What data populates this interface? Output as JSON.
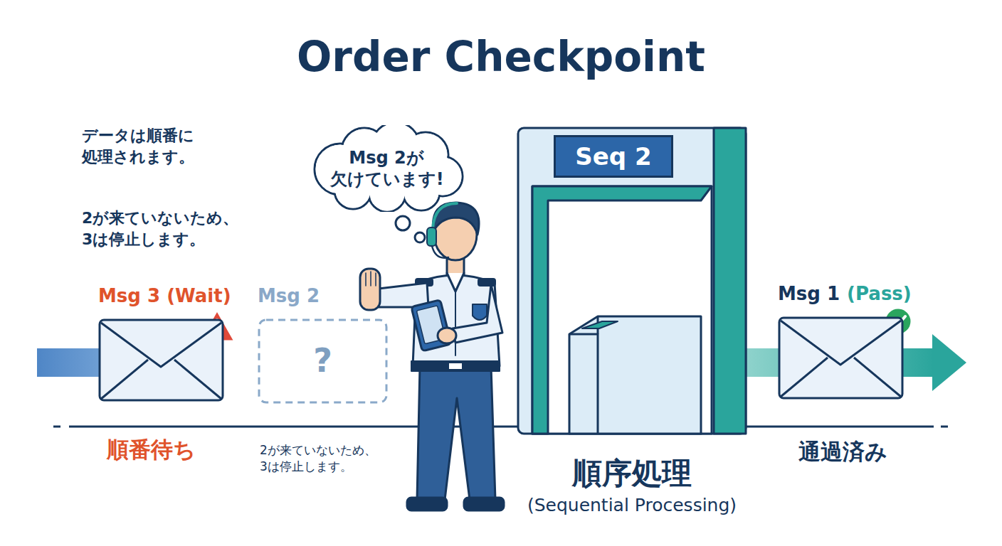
{
  "diagram": {
    "title": "Order Checkpoint",
    "nodes": [
      {
        "text": [
          "Msg 3 (Wait)"
        ]
      },
      {
        "text": [
          "Msg 2",
          "?"
        ]
      },
      {
        "text": [
          "Msg 2が 欠けています!"
        ]
      },
      {
        "text": [
          "Seq 2"
        ]
      },
      {
        "text": [
          "Msg 1",
          "(Pass)"
        ]
      }
    ],
    "labels": [
      "データは順番に 処理されます。",
      "2が来ていないため、 3は停止します。",
      "順番待ち",
      "2が来ていないため、 3は停止します。",
      "順序処理",
      "(Sequential Processing)",
      "通過済み"
    ]
  }
}
